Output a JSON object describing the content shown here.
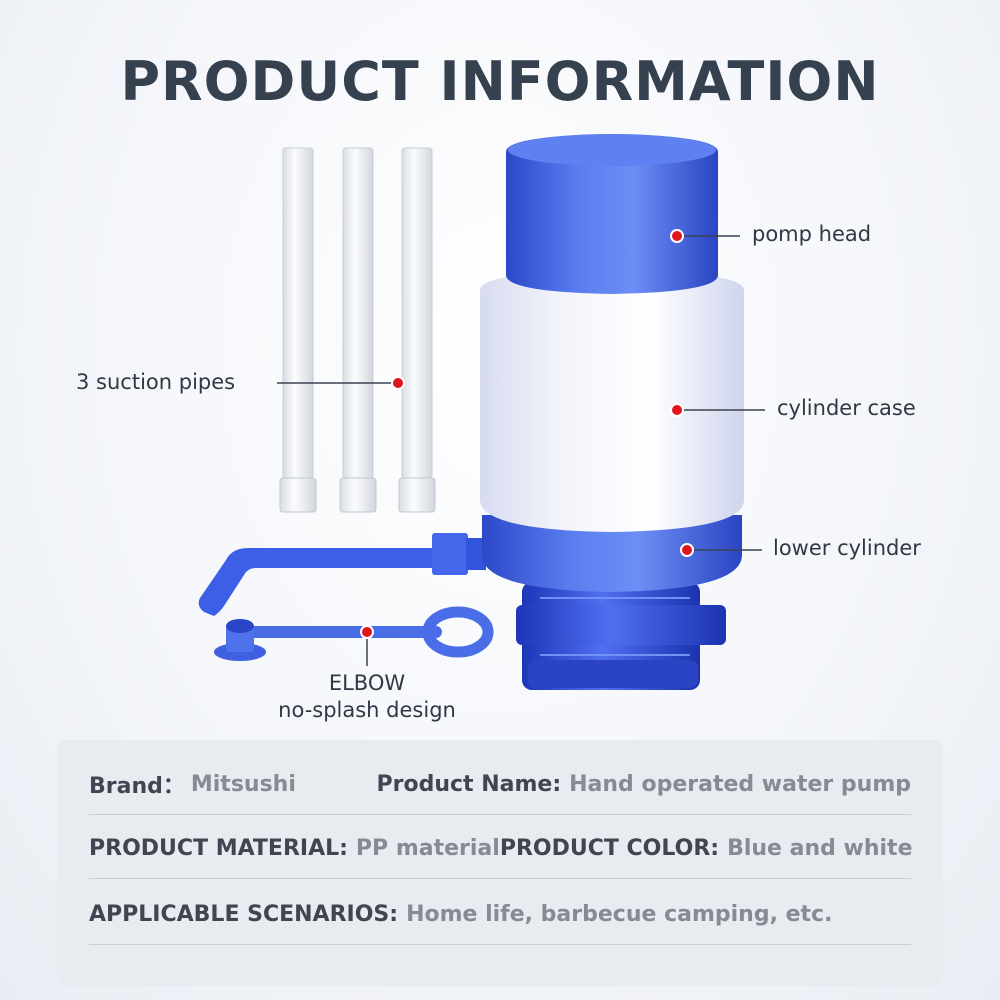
{
  "title": "PRODUCT INFORMATION",
  "callouts": {
    "pump_head": "pomp head",
    "cylinder_case": "cylinder case",
    "lower_cylinder": "lower cylinder",
    "suction_pipes": "3 suction pipes",
    "elbow_line1": "ELBOW",
    "elbow_line2": "no-splash design"
  },
  "specs": {
    "brand_label": "Brand：",
    "brand_value": "Mitsushi",
    "name_label": "Product Name:",
    "name_value": "Hand operated water pump",
    "material_label": "PRODUCT MATERIAL:",
    "material_value": "PP material",
    "color_label": "PRODUCT COLOR:",
    "color_value": "Blue and white",
    "scenarios_label": "APPLICABLE SCENARIOS:",
    "scenarios_value": "Home life, barbecue camping, etc."
  },
  "colors": {
    "pump_blue": "#4a6ee8",
    "case_white": "#eef0fa",
    "callout_dot": "#e0161f",
    "title_text": "#364150",
    "panel_bg": "#e8ebf0"
  }
}
